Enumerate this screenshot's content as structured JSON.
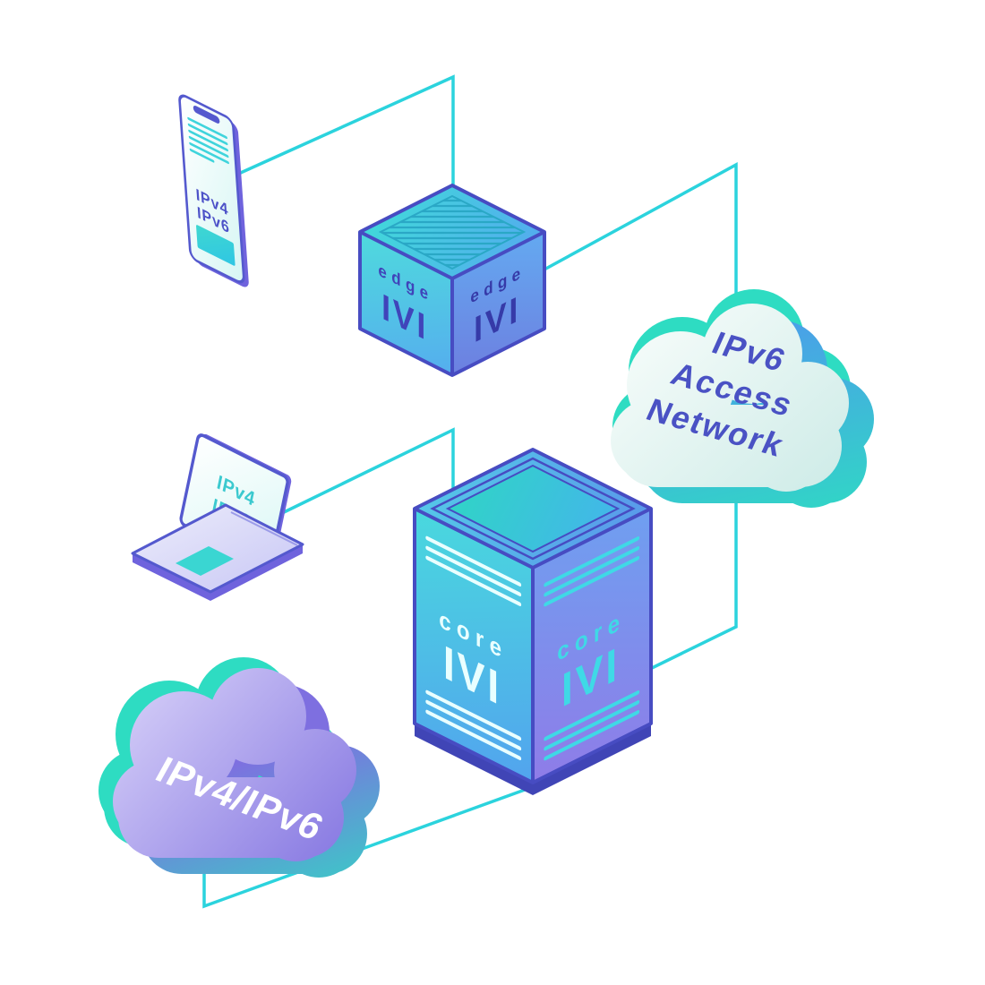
{
  "title": "IVI IPv4/IPv6 transition network diagram",
  "colors": {
    "connector": "#2bd3dd",
    "outline_indigo": "#474cc2",
    "accent_teal": "#2edcc2",
    "accent_cyan": "#3fd8e0",
    "label_indigo": "#4d52c8",
    "cloud_purple": "#8375e2"
  },
  "devices": {
    "phone": {
      "label_lines": [
        "IPv4",
        "IPv6"
      ]
    },
    "laptop": {
      "label_lines": [
        "IPv4",
        "IPv6"
      ]
    }
  },
  "routers": {
    "edge": {
      "name": "edge",
      "logo": "IVI"
    },
    "core": {
      "name": "core",
      "logo": "IVI"
    }
  },
  "clouds": {
    "access": {
      "lines": [
        "IPv6",
        "Access",
        "Network"
      ]
    },
    "dual_stack": {
      "label": "IPv4/IPv6"
    }
  }
}
